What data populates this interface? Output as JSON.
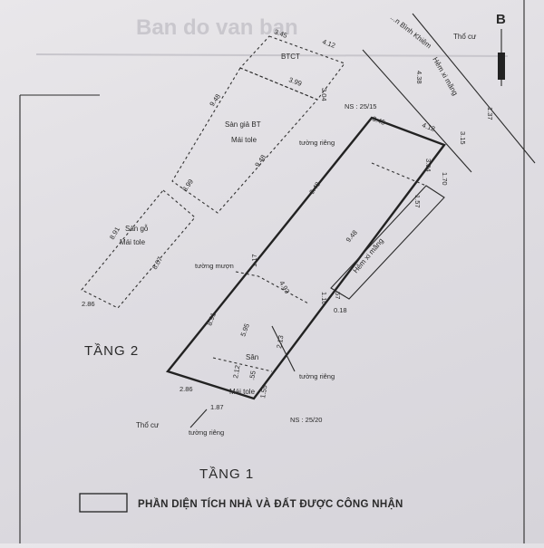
{
  "header_faded": "Ban do van ban",
  "legend": {
    "text": "PHẦN DIỆN TÍCH NHÀ VÀ ĐẤT ĐƯỢC CÔNG NHẬN"
  },
  "floor2_title": "TẦNG 2",
  "floor1_title": "TẦNG 1",
  "street_top": "...n Bình Khiêm",
  "direction_letter": "B",
  "labels": {
    "tho_cu_top": "Thổ cư",
    "tho_cu_bottom": "Thổ cư",
    "btct": "BTCT",
    "san_gia_bt": "Sàn giả BT",
    "mai_tole_upper": "Mái tole",
    "san_go": "Sàn gỗ",
    "mai_tole_left": "Mái tole",
    "ns_top": "NS : 25/15",
    "ns_bottom": "NS : 25/20",
    "tuong_rieng_1": "tường riêng",
    "tuong_rieng_2": "tường riêng",
    "tuong_rieng_3": "tường riêng",
    "tuong_muon": "tường mượn",
    "hem_top": "Hẻm xi măng",
    "hem_mid": "Hẻm xi măng",
    "san": "Sân",
    "mai_tole_bottom": "Mái tole"
  },
  "dims": {
    "d345_top": "3.45",
    "d412_top": "4.12",
    "d438": "4.38",
    "d137": "1.37",
    "d315": "3.15",
    "d399": "3.99",
    "d304_top": "3.04",
    "d948_left": "9.48",
    "d948_mid": "9.48",
    "d345_mid": "3.45",
    "d412_mid": "4.12",
    "d948_long": "9.48",
    "d304_mid": "3.04",
    "d170": "1.70",
    "d157": "1.57",
    "d899": "8.99",
    "d891_upper": "8.91",
    "d807": "8.07",
    "d286_top": "2.86",
    "d948_hem": "9.48",
    "d117": "1.17",
    "d493": "4.93",
    "d110": "1.10",
    "d57": ".57",
    "d018": "0.18",
    "d891_lower": "8.91",
    "d595": "5.95",
    "d213": "2.13",
    "d212": "2.12",
    "d55": ".55",
    "d286_bottom": "2.86",
    "d187": "1.87",
    "d155": "1.55"
  }
}
